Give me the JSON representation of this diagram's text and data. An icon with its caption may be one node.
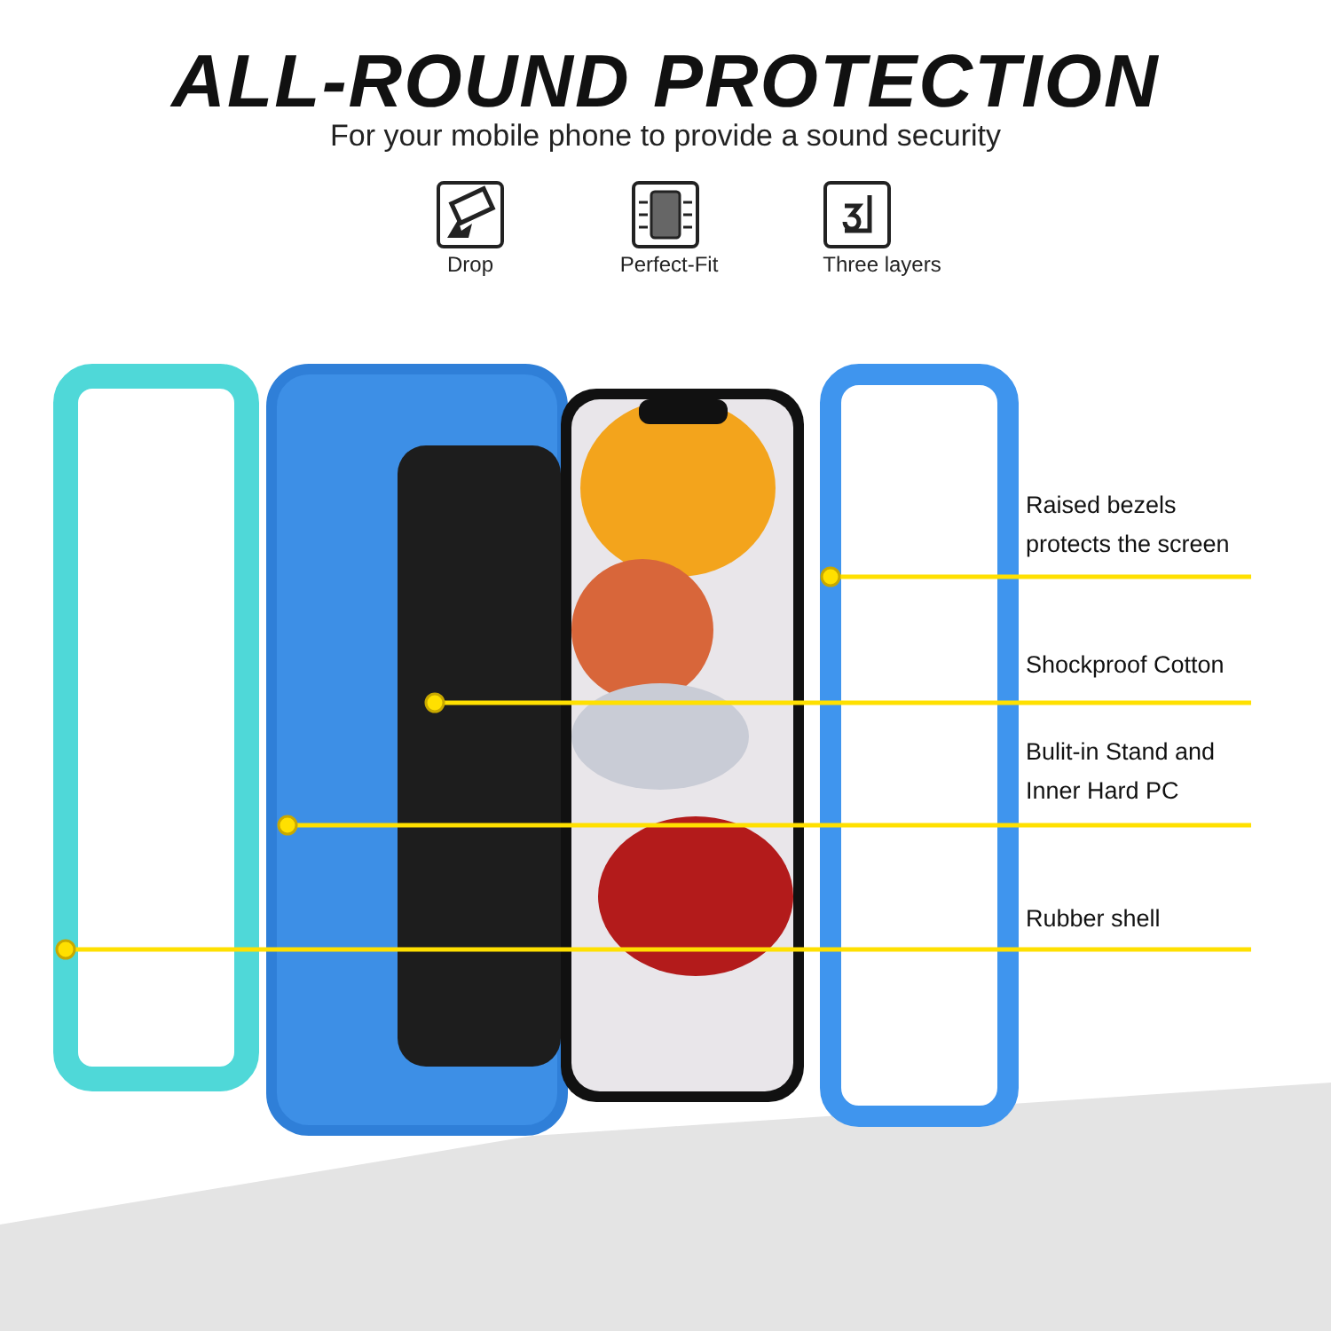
{
  "diagram": {
    "title": "ALL-ROUND PROTECTION",
    "nodes": [
      {
        "text": [
          "Raised bezels protects the screen"
        ]
      },
      {
        "text": [
          "Shockproof Cotton"
        ]
      },
      {
        "text": [
          "Bulit-in Stand and Inner Hard PC"
        ]
      },
      {
        "text": [
          "Rubber shell"
        ]
      },
      {
        "text": [],
        "shape": "picture"
      },
      {
        "text": [],
        "shape": "picture"
      },
      {
        "text": [],
        "shape": "picture",
        "in": 5
      },
      {
        "text": [],
        "shape": "picture"
      }
    ],
    "edges": [
      {
        "from": 0,
        "to": 7,
        "arrow": "other"
      },
      {
        "from": 1,
        "to": 6,
        "arrow": "other"
      },
      {
        "from": 2,
        "to": 5,
        "arrow": "other"
      },
      {
        "from": 3,
        "to": 4,
        "arrow": "other"
      }
    ],
    "labels": [
      "For your mobile phone to provide a sound security",
      "Drop",
      "Perfect-Fit",
      "Three layers"
    ]
  }
}
